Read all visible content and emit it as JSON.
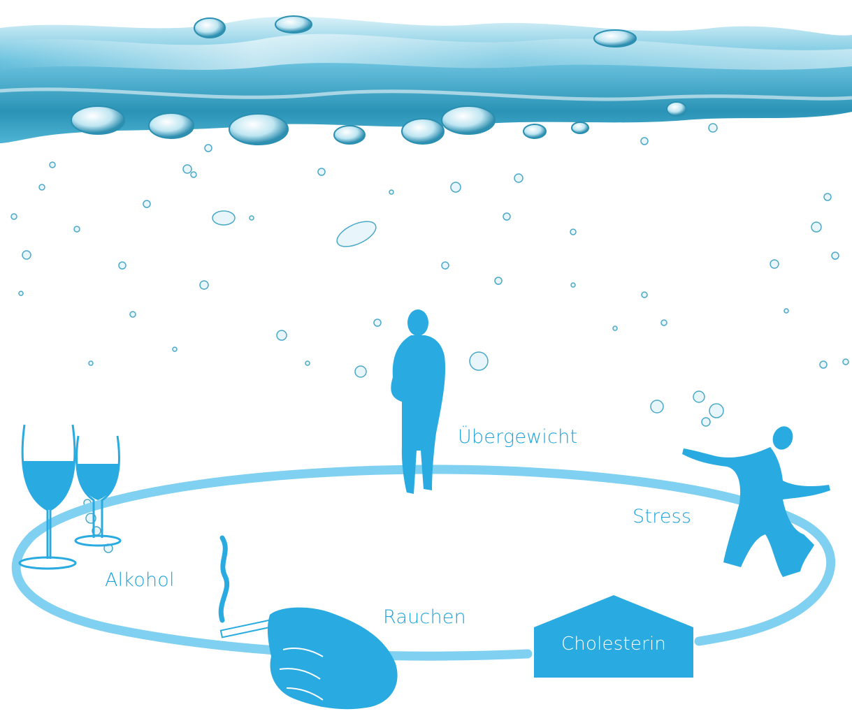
{
  "colors": {
    "figure": "#29abe2",
    "ring": "#7fd0f1",
    "water": "#3aa6c9",
    "label": "#1fa3dc",
    "house_text": "#ffffff"
  },
  "labels": {
    "uebergewicht": "Übergewicht",
    "stress": "Stress",
    "alkohol": "Alkohol",
    "rauchen": "Rauchen",
    "cholesterin": "Cholesterin"
  },
  "icons": [
    "water-surface-icon",
    "bubbles-icon",
    "overweight-person-icon",
    "kneeling-stressed-person-icon",
    "wine-glasses-icon",
    "smoking-hand-icon",
    "house-icon"
  ]
}
